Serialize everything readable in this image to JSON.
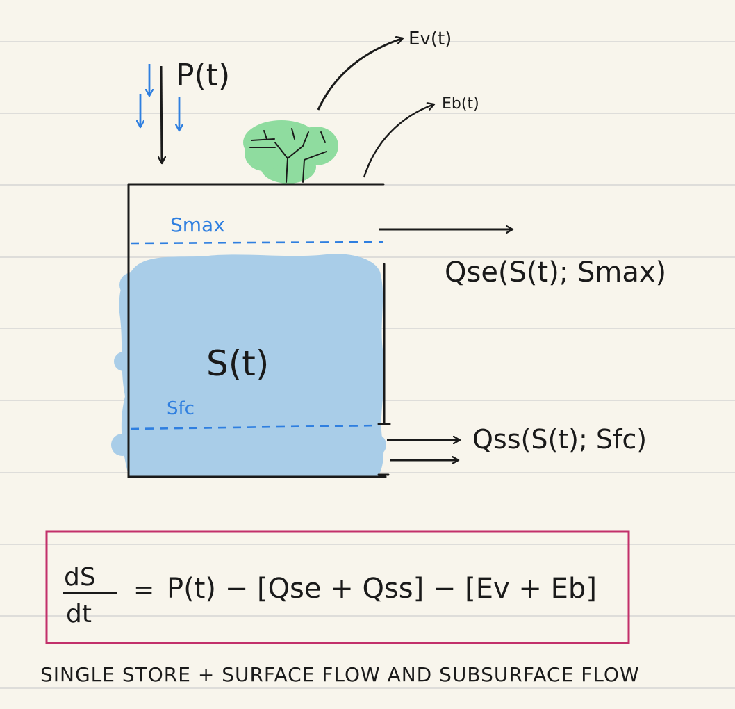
{
  "labels": {
    "precip": "P(t)",
    "evap_veg": "Ev(t)",
    "evap_bare": "Eb(t)",
    "storage": "S(t)",
    "smax": "Smax",
    "sfc": "Sfc",
    "surface_flow": "Qse(S(t); Smax)",
    "subsurface_flow": "Qss(S(t); Sfc)"
  },
  "equation": {
    "lhs_num": "dS",
    "lhs_den": "dt",
    "equals": "=",
    "rhs": "P(t) − [Qse + Qss] − [Ev + Eb]"
  },
  "caption": "SINGLE STORE + SURFACE FLOW AND SUBSURFACE FLOW",
  "colors": {
    "paper": "#f8f5ec",
    "rule_line": "#c9c9c9",
    "water": "#a9cde8",
    "dashed_threshold": "#2f7fe0",
    "rain_arrows": "#2f7fe0",
    "vegetation": "#8fdc9f",
    "equation_box": "#c2306a"
  }
}
